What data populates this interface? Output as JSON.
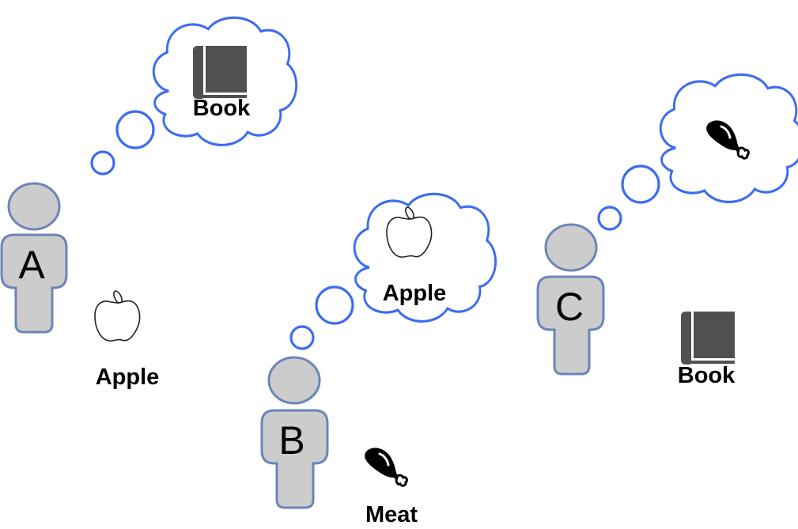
{
  "colors": {
    "cloud_stroke": "#3c6cf0",
    "person_fill": "#cccccc",
    "person_stroke": "#6c85b8",
    "book_color": "#505050"
  },
  "persons": [
    {
      "id": "A",
      "letter": "A",
      "holding": {
        "icon": "apple-icon",
        "label": "Apple"
      },
      "thinking": {
        "icon": "book-icon",
        "label": "Book"
      }
    },
    {
      "id": "B",
      "letter": "B",
      "holding": {
        "icon": "meat-icon",
        "label": "Meat"
      },
      "thinking": {
        "icon": "apple-icon",
        "label": "Apple"
      }
    },
    {
      "id": "C",
      "letter": "C",
      "holding": {
        "icon": "book-icon",
        "label": "Book"
      },
      "thinking": {
        "icon": "meat-icon",
        "label": ""
      }
    }
  ]
}
